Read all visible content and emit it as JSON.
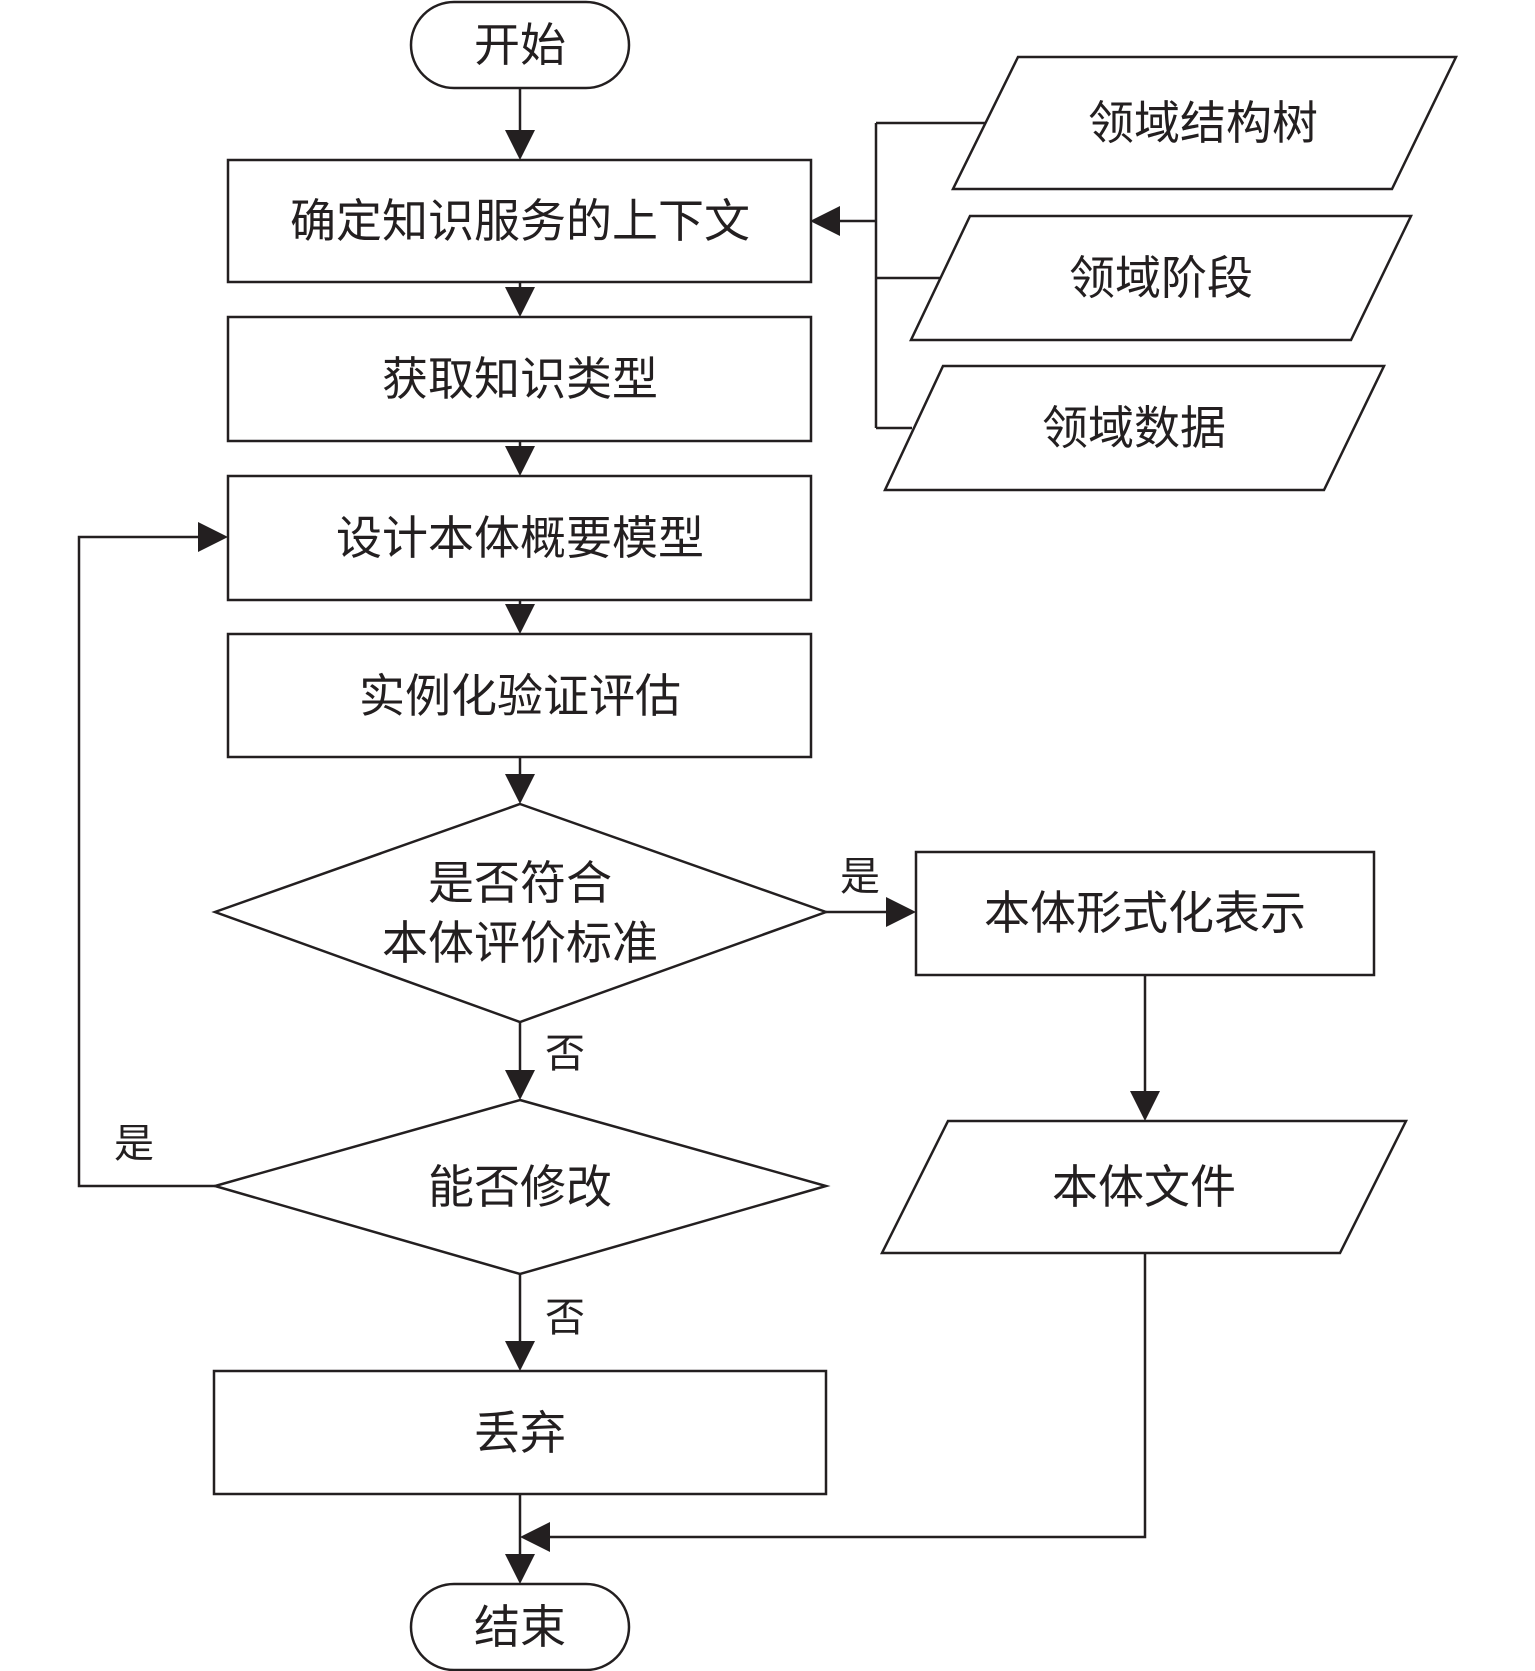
{
  "flowchart": {
    "start": "开始",
    "end": "结束",
    "steps": {
      "context": "确定知识服务的上下文",
      "types": "获取知识类型",
      "design": "设计本体概要模型",
      "verify": "实例化验证评估",
      "formalize": "本体形式化表示",
      "discard": "丢弃"
    },
    "inputs": {
      "domain_tree": "领域结构树",
      "domain_stage": "领域阶段",
      "domain_data": "领域数据"
    },
    "output": "本体文件",
    "decisions": {
      "meets_line1": "是否符合",
      "meets_line2": "本体评价标准",
      "can_modify": "能否修改"
    },
    "edge_labels": {
      "meets_yes": "是",
      "meets_no": "否",
      "modify_yes": "是",
      "modify_no": "否"
    }
  }
}
